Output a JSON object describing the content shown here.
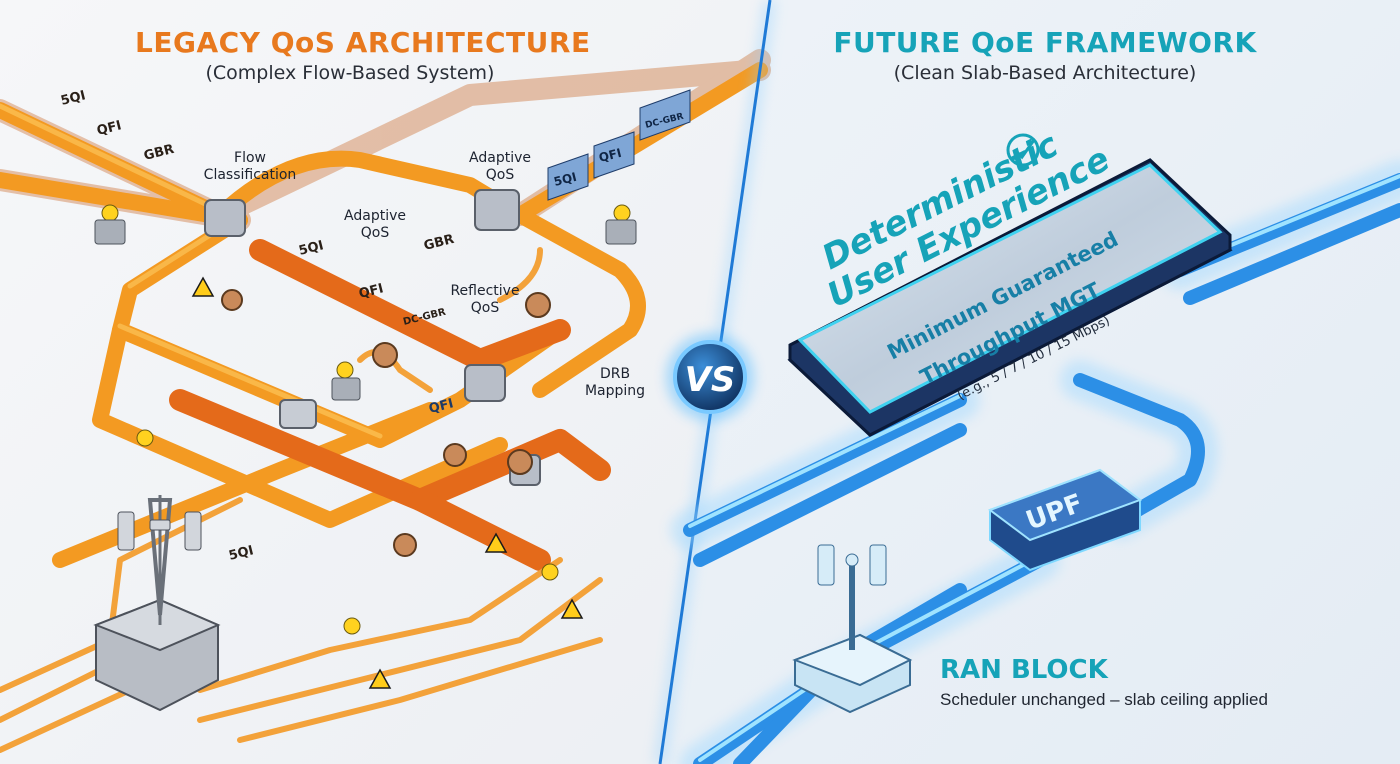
{
  "left": {
    "title": "LEGACY QoS ARCHITECTURE",
    "subtitle": "(Complex Flow-Based System)",
    "annotations": {
      "flow_classification": [
        "Flow",
        "Classification"
      ],
      "adaptive_qos_top": [
        "Adaptive",
        "QoS"
      ],
      "adaptive_qos_mid": [
        "Adaptive",
        "QoS"
      ],
      "reflective_qos": [
        "Reflective",
        "QoS"
      ],
      "drb_mapping": [
        "DRB",
        "Mapping"
      ]
    },
    "tags": {
      "t1": "5QI",
      "t2": "QFI",
      "t3": "GBR",
      "t4": "5QI",
      "t5": "QFI",
      "t6": "GBR",
      "t7": "DC-GBR",
      "t8": "QFI",
      "t9": "5QI"
    }
  },
  "right": {
    "title": "FUTURE QoE FRAMEWORK",
    "subtitle": "(Clean Slab-Based Architecture)",
    "tags": {
      "t1": "5QI",
      "t2": "QFI",
      "t3": "DC-GBR"
    },
    "deterministic": [
      "Deterministic",
      "User Experience"
    ],
    "slab": {
      "line1": "Minimum Guaranteed",
      "line2": "Throughput MGT",
      "line3": "(e.g., 5 / 7 / 10 / 15 Mbps)"
    },
    "upf_label": "UPF",
    "ran_title": "RAN BLOCK",
    "ran_subtitle": "Scheduler unchanged – slab ceiling applied"
  },
  "vs_label": "VS",
  "colors": {
    "legacy_accent": "#e8791e",
    "future_accent": "#16a3b8",
    "pipe_orange": "#f39a22",
    "pipe_dark": "#e46a1a",
    "pipe_blue": "#2c8fe6",
    "divider": "#1f7ad6"
  }
}
